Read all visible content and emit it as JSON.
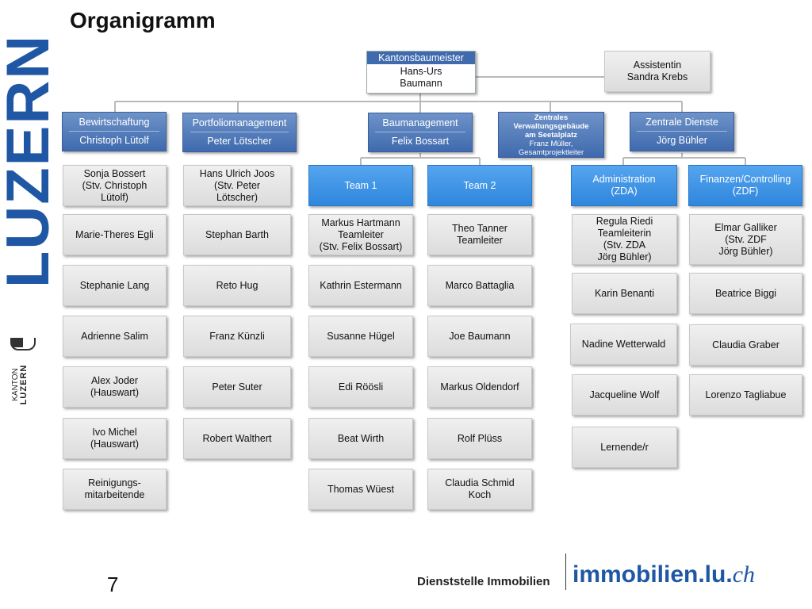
{
  "page": {
    "title": "Organigramm",
    "page_number": "7"
  },
  "branding": {
    "side_logo_text": "LUZERN",
    "kanton_line1": "KANTON",
    "kanton_line2": "LUZERN",
    "footer_department": "Dienststelle Immobilien",
    "footer_brand_main": "immobilien.lu.",
    "footer_brand_suffix": "ch"
  },
  "colors": {
    "brand_blue": "#1f57a4",
    "head_blue": "#3f6aae",
    "team_blue": "#2f86dc",
    "card_gray": "#e4e4e4"
  },
  "top": {
    "role": "Kantonsbaumeister",
    "name_line1": "Hans-Urs",
    "name_line2": "Baumann"
  },
  "assistant": {
    "line1": "Assistentin",
    "line2": "Sandra Krebs"
  },
  "departments": [
    {
      "title": "Bewirtschaftung",
      "head": "Christoph Lütolf"
    },
    {
      "title": "Portfoliomanagement",
      "head": "Peter Lötscher"
    },
    {
      "title": "Baumanagement",
      "head": "Felix Bossart"
    },
    {
      "title_l1": "Zentrales",
      "title_l2": "Verwaltungsgebäude",
      "title_l3": "am Seetalplatz",
      "head_l1": "Franz Müller,",
      "head_l2": "Gesamtprojektleiter"
    },
    {
      "title": "Zentrale Dienste",
      "head": "Jörg Bühler"
    }
  ],
  "teams": [
    {
      "label": "Team 1"
    },
    {
      "label": "Team 2"
    },
    {
      "label_l1": "Administration",
      "label_l2": "(ZDA)"
    },
    {
      "label_l1": "Finanzen/Controlling",
      "label_l2": "(ZDF)"
    }
  ],
  "col_bewirtschaftung": [
    {
      "l1": "Sonja Bossert",
      "l2": "(Stv. Christoph",
      "l3": "Lütolf)"
    },
    {
      "l1": "Marie-Theres Egli"
    },
    {
      "l1": "Stephanie Lang"
    },
    {
      "l1": "Adrienne Salim"
    },
    {
      "l1": "Alex Joder",
      "l2": "(Hauswart)"
    },
    {
      "l1": "Ivo Michel",
      "l2": "(Hauswart)"
    },
    {
      "l1": "Reinigungs-",
      "l2": "mitarbeitende"
    }
  ],
  "col_portfolio": [
    {
      "l1": "Hans Ulrich Joos",
      "l2": "(Stv. Peter",
      "l3": "Lötscher)"
    },
    {
      "l1": "Stephan Barth"
    },
    {
      "l1": "Reto Hug"
    },
    {
      "l1": "Franz Künzli"
    },
    {
      "l1": "Peter Suter"
    },
    {
      "l1": "Robert Walthert"
    }
  ],
  "col_team1": [
    {
      "l1": "Markus Hartmann",
      "l2": "Teamleiter",
      "l3": "(Stv. Felix Bossart)"
    },
    {
      "l1": "Kathrin Estermann"
    },
    {
      "l1": "Susanne Hügel"
    },
    {
      "l1": "Edi Röösli"
    },
    {
      "l1": "Beat Wirth"
    },
    {
      "l1": "Thomas Wüest"
    }
  ],
  "col_team2": [
    {
      "l1": "Theo Tanner",
      "l2": "Teamleiter"
    },
    {
      "l1": "Marco Battaglia"
    },
    {
      "l1": "Joe Baumann"
    },
    {
      "l1": "Markus Oldendorf"
    },
    {
      "l1": "Rolf Plüss"
    },
    {
      "l1": "Claudia Schmid",
      "l2": "Koch"
    }
  ],
  "col_admin": [
    {
      "l1": "Regula Riedi",
      "l2": "Teamleiterin",
      "l3": "(Stv. ZDA",
      "l4": "Jörg Bühler)"
    },
    {
      "l1": "Karin Benanti"
    },
    {
      "l1": "Nadine Wetterwald"
    },
    {
      "l1": "Jacqueline Wolf"
    },
    {
      "l1": "Lernende/r"
    }
  ],
  "col_finance": [
    {
      "l1": "Elmar Galliker",
      "l2": "(Stv. ZDF",
      "l3": "Jörg Bühler)"
    },
    {
      "l1": "Beatrice Biggi"
    },
    {
      "l1": "Claudia Graber"
    },
    {
      "l1": "Lorenzo Tagliabue"
    }
  ]
}
